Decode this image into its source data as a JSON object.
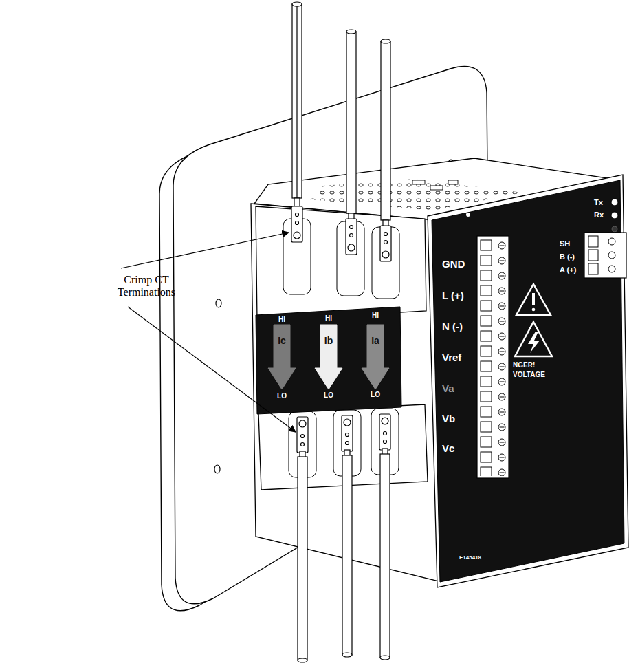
{
  "diagram": {
    "labels": [
      "Crimp CT Terminations",
      "Tx",
      "Rx",
      "GND",
      "L (+)",
      "N (-)",
      "Vref",
      "Va",
      "Vb",
      "Vc",
      "SH",
      "B (-)",
      "A (+)",
      "NGER!",
      "VOLTAGE",
      "HI",
      "Ic",
      "LO",
      "HI",
      "Ib",
      "LO",
      "HI",
      "Ia",
      "LO",
      "E145418"
    ]
  }
}
